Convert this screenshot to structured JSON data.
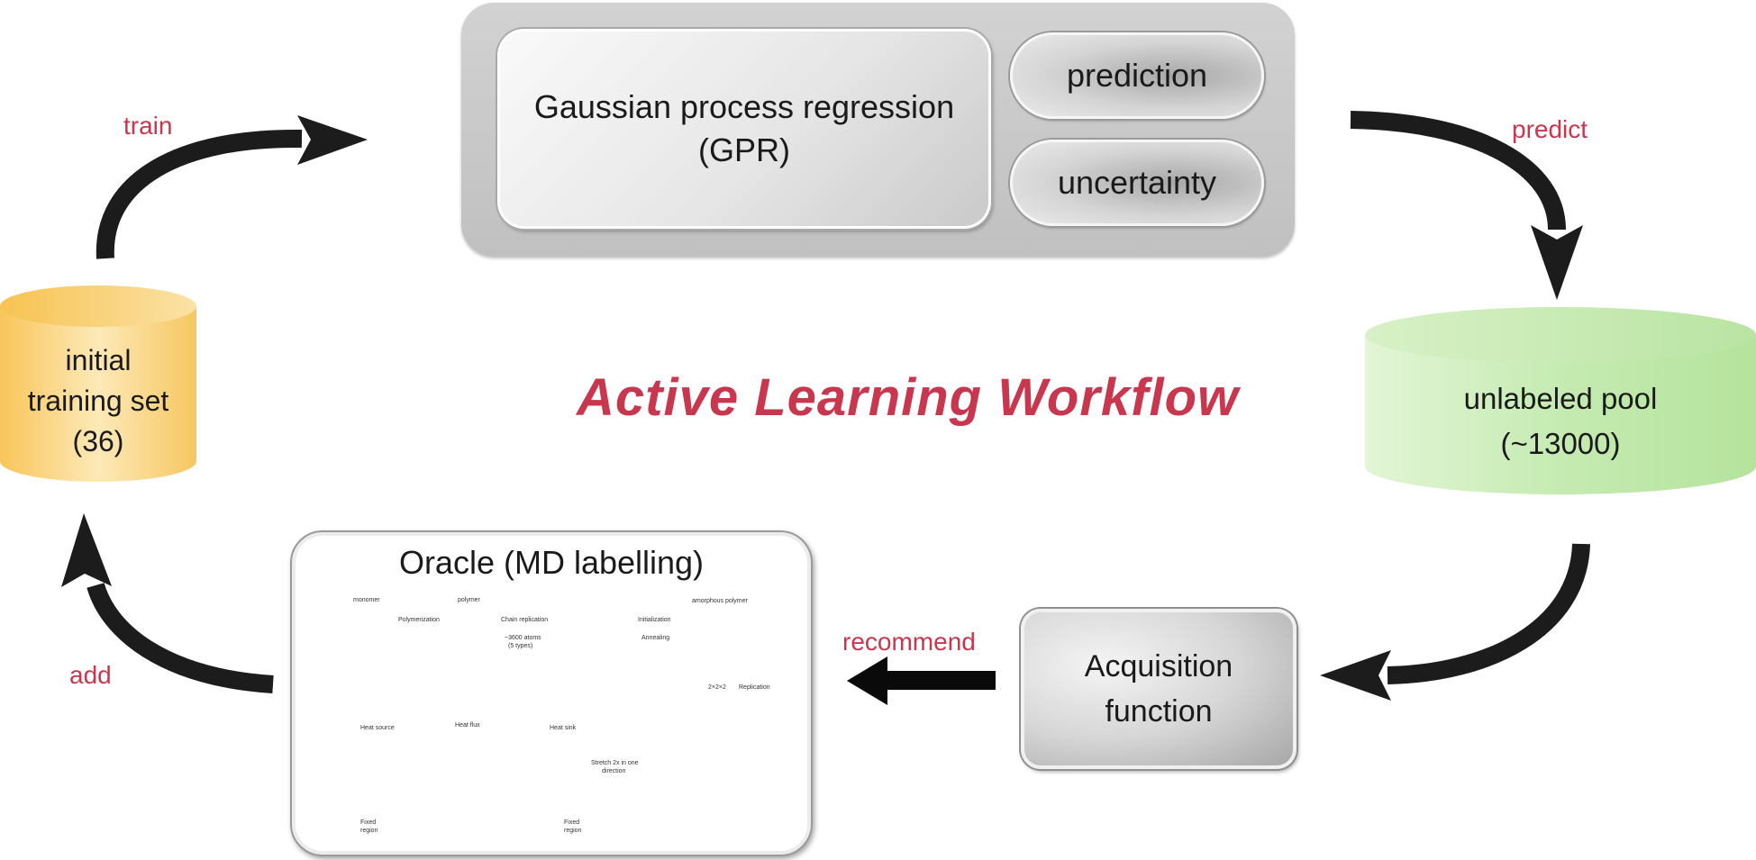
{
  "title": "Active Learning Workflow",
  "gpr": {
    "model_line1": "Gaussian process regression",
    "model_line2": "(GPR)",
    "output_prediction": "prediction",
    "output_uncertainty": "uncertainty"
  },
  "training_set": {
    "line1": "initial",
    "line2": "training set",
    "line3": "(36)"
  },
  "unlabeled_pool": {
    "line1": "unlabeled pool",
    "line2": "(~13000)"
  },
  "oracle": {
    "title": "Oracle (MD labelling)",
    "steps": {
      "monomer": "monomer",
      "polymer": "polymer",
      "polymerization": "Polymerization",
      "chain_replication": "Chain replication",
      "atoms_1": "~3600 atoms",
      "atoms_2": "(5 types)",
      "initialization": "Initialization",
      "annealing": "Annealing",
      "amorphous_polymer": "amorphous polymer",
      "replication_factor": "2×2×2",
      "replication": "Replication",
      "stretch_1": "Stretch 2x in one",
      "stretch_2": "direction",
      "heat_source": "Heat source",
      "heat_flux": "Heat flux",
      "heat_sink": "Heat sink",
      "fixed_region": "Fixed",
      "fixed_region_2": "region"
    }
  },
  "acquisition": {
    "line1": "Acquisition",
    "line2": "function"
  },
  "edges": {
    "train": "train",
    "predict": "predict",
    "recommend": "recommend",
    "add": "add"
  },
  "colors": {
    "accent_red": "#c8374e",
    "training_cylinder": "#fbd88a",
    "pool_cylinder": "#c9ecb6",
    "arrow": "#1c1c1c"
  }
}
